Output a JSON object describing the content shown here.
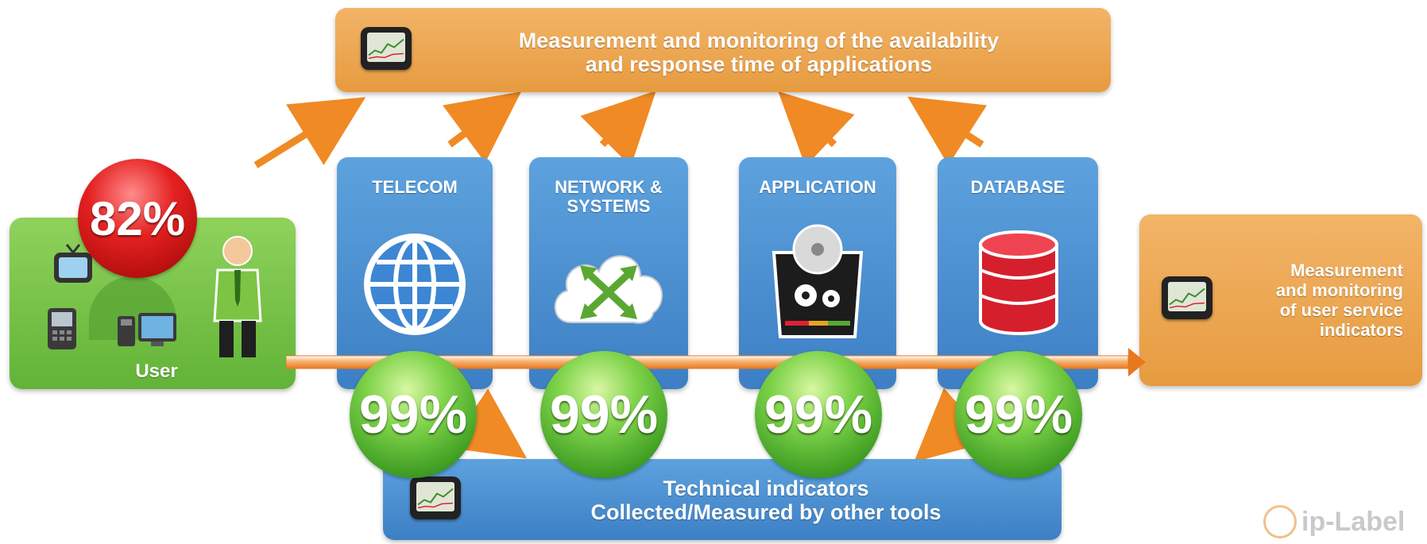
{
  "top_box": {
    "text_line1": "Measurement and monitoring of the availability",
    "text_line2": "and response time of applications"
  },
  "right_box": {
    "text_line1": "Measurement",
    "text_line2": "and monitoring",
    "text_line3": "of user service",
    "text_line4": "indicators"
  },
  "bottom_box": {
    "text_line1": "Technical indicators",
    "text_line2": "Collected/Measured by other tools"
  },
  "user_box": {
    "label": "User",
    "score": "82%"
  },
  "columns": [
    {
      "title_line1": "TELECOM",
      "title_line2": "",
      "icon": "globe-icon",
      "score": "99%"
    },
    {
      "title_line1": "NETWORK &",
      "title_line2": "SYSTEMS",
      "icon": "cloud-network-icon",
      "score": "99%"
    },
    {
      "title_line1": "APPLICATION",
      "title_line2": "",
      "icon": "application-gears-icon",
      "score": "99%"
    },
    {
      "title_line1": "DATABASE",
      "title_line2": "",
      "icon": "database-icon",
      "score": "99%"
    }
  ],
  "logo": {
    "text": "ip-Label"
  },
  "colors": {
    "orange": "#e79b3f",
    "blue": "#3d7fc4",
    "green": "#62b338",
    "red": "#e52121",
    "arrow": "#f08a24"
  }
}
